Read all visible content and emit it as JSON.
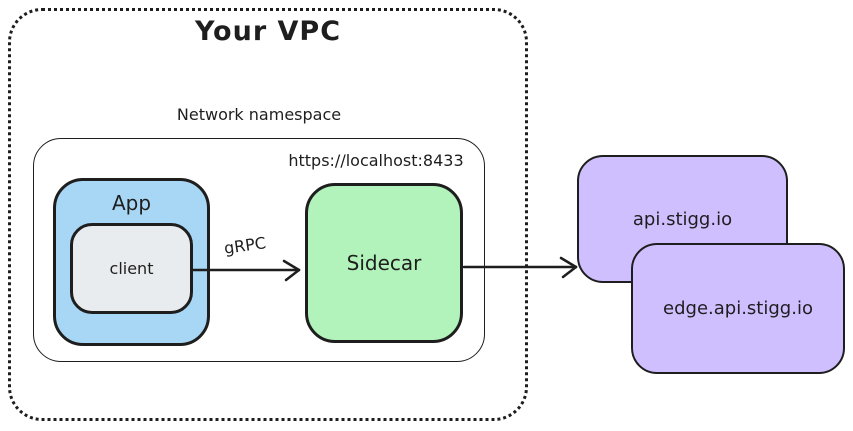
{
  "diagram": {
    "vpc_label": "Your VPC",
    "namespace_label": "Network namespace",
    "localhost_url": "https://localhost:8433",
    "app_label": "App",
    "client_label": "client",
    "grpc_label": "gRPC",
    "sidecar_label": "Sidecar",
    "endpoints": [
      {
        "label": "api.stigg.io"
      },
      {
        "label": "edge.api.stigg.io"
      }
    ],
    "colors": {
      "stroke": "#1e1e1e",
      "app_fill": "#a7d7f4",
      "client_fill": "#e9ecef",
      "sidecar_fill": "#b2f2bb",
      "endpoint_fill": "#d0bfff",
      "background": "#ffffff"
    }
  }
}
